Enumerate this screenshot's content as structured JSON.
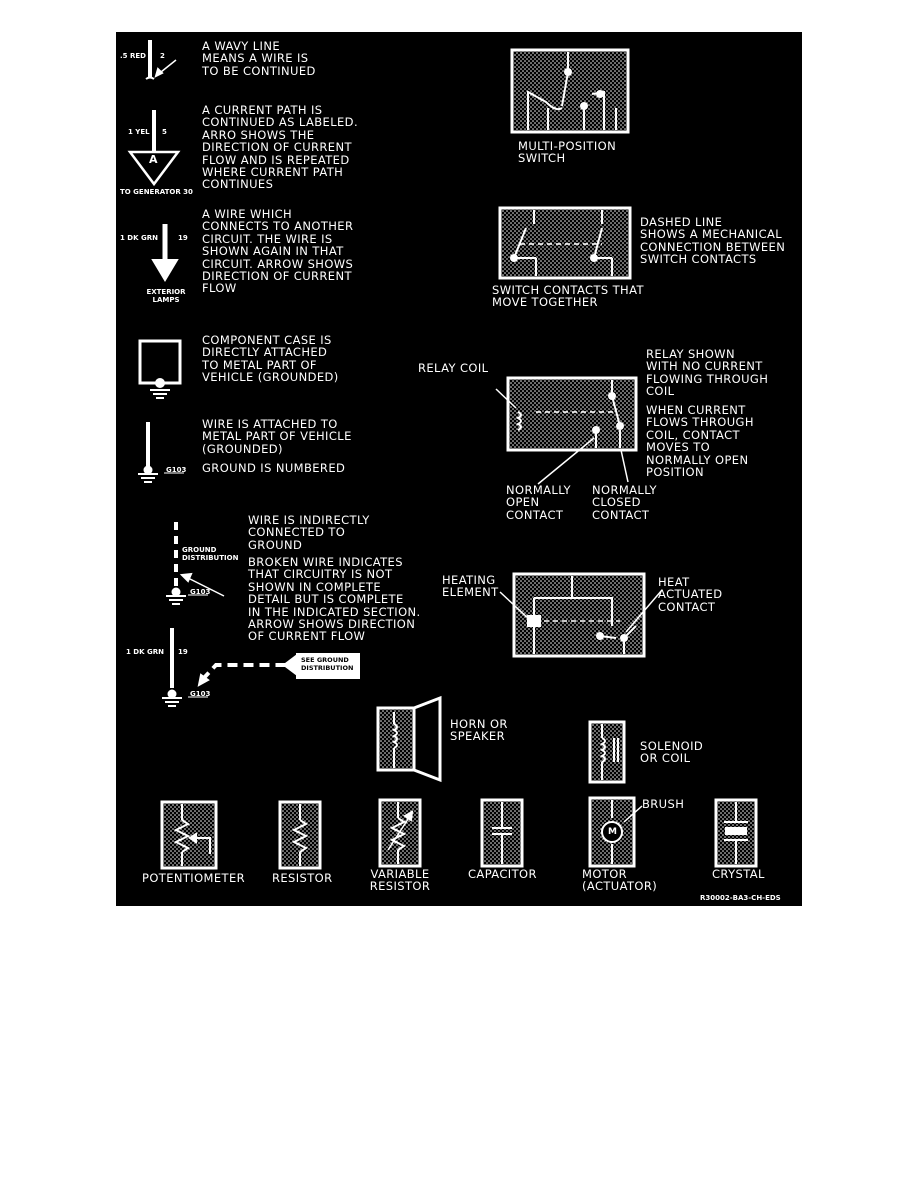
{
  "notes": {
    "wavy_line": "A WAVY LINE\nMEANS A WIRE IS\nTO BE CONTINUED",
    "current_path": "A CURRENT PATH IS\nCONTINUED AS LABELED.\nARRO SHOWS THE\nDIRECTION OF CURRENT\nFLOW AND IS REPEATED\nWHERE CURRENT PATH\nCONTINUES",
    "wire_connects": "A WIRE WHICH\nCONNECTS TO ANOTHER\nCIRCUIT. THE WIRE IS\nSHOWN AGAIN IN THAT\nCIRCUIT. ARROW SHOWS\nDIRECTION OF CURRENT\nFLOW",
    "component_case": "COMPONENT CASE IS\nDIRECTLY ATTACHED\nTO METAL PART OF\nVEHICLE (GROUNDED)",
    "wire_attached": "WIRE IS ATTACHED TO\nMETAL PART OF VEHICLE\n(GROUNDED)",
    "ground_numbered": "GROUND IS NUMBERED",
    "indirect_ground": "WIRE IS INDIRECTLY\nCONNECTED TO\nGROUND",
    "broken_wire": "BROKEN WIRE INDICATES\nTHAT CIRCUITRY IS NOT\nSHOWN IN COMPLETE\nDETAIL BUT IS COMPLETE\nIN THE INDICATED SECTION.\nARROW SHOWS DIRECTION\nOF CURRENT FLOW",
    "multi_position_switch": "MULTI-POSITION\nSWITCH",
    "dashed_line": "DASHED LINE\nSHOWS A MECHANICAL\nCONNECTION BETWEEN\nSWITCH CONTACTS",
    "switch_contacts_together": "SWITCH CONTACTS THAT\nMOVE TOGETHER",
    "relay_coil": "RELAY COIL",
    "relay_no_current": "RELAY SHOWN\nWITH NO CURRENT\nFLOWING THROUGH\nCOIL",
    "relay_current": "WHEN CURRENT\nFLOWS THROUGH\nCOIL, CONTACT\nMOVES TO\nNORMALLY OPEN\nPOSITION",
    "normally_open": "NORMALLY\nOPEN\nCONTACT",
    "normally_closed": "NORMALLY\nCLOSED\nCONTACT",
    "heating_element": "HEATING\nELEMENT",
    "heat_actuated": "HEAT\nACTUATED\nCONTACT",
    "horn": "HORN OR\nSPEAKER",
    "solenoid": "SOLENOID\nOR COIL",
    "brush": "BRUSH"
  },
  "wire_labels": {
    "red": ".5 RED",
    "red_circuit": "2",
    "yel": "1 YEL",
    "yel_circuit": "5",
    "connector_letter": "A",
    "to_generator": "TO GENERATOR 30",
    "dk_grn_top": "1 DK GRN",
    "dk_grn_top_circuit": "19",
    "exterior_lamps": "EXTERIOR\nLAMPS",
    "ground_g103_a": "G103",
    "ground_distribution": "GROUND\nDISTRIBUTION",
    "ground_g103_b": "G103",
    "dk_grn_bottom": "1 DK GRN",
    "dk_grn_bottom_circuit": "19",
    "see_ground_distribution": "SEE GROUND\nDISTRIBUTION",
    "ground_g103_c": "G103",
    "motor_letter": "M"
  },
  "components": {
    "potentiometer": "POTENTIOMETER",
    "resistor": "RESISTOR",
    "variable_resistor": "VARIABLE\nRESISTOR",
    "capacitor": "CAPACITOR",
    "motor": "MOTOR\n(ACTUATOR)",
    "crystal": "CRYSTAL"
  },
  "figure_id": "R30002-BA3-CH-EDS"
}
